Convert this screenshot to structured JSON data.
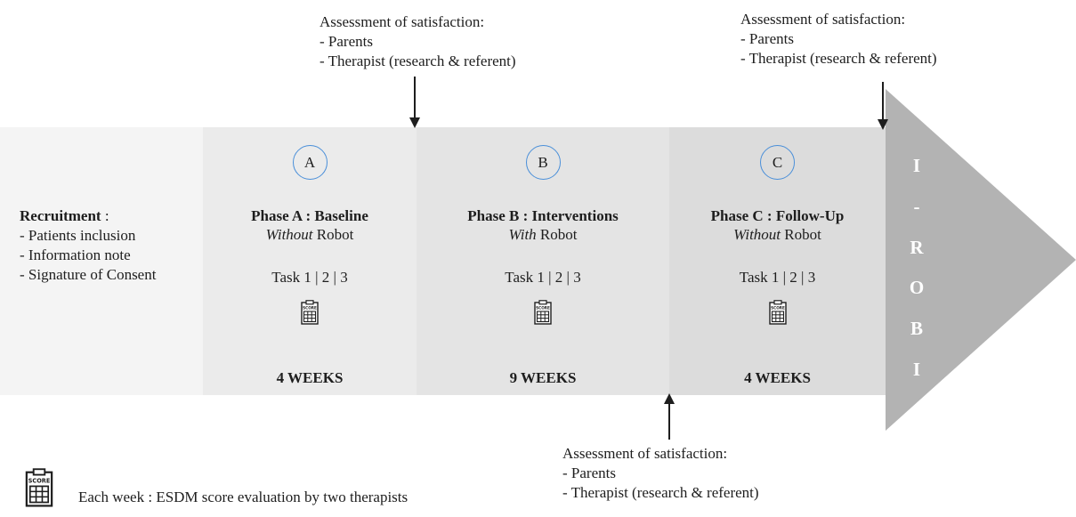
{
  "assessment_before_b": {
    "title": "Assessment of satisfaction:",
    "items": [
      "- Parents",
      "- Therapist (research & referent)"
    ]
  },
  "assessment_end": {
    "title": "Assessment of satisfaction:",
    "items": [
      "- Parents",
      "- Therapist (research & referent)"
    ]
  },
  "assessment_before_c": {
    "title": "Assessment of satisfaction:",
    "items": [
      "- Parents",
      "- Therapist (research & referent)"
    ]
  },
  "recruitment": {
    "title": "Recruitment",
    "title_suffix": " :",
    "items": [
      "- Patients inclusion",
      "- Information note",
      "- Signature of Consent"
    ]
  },
  "phases": [
    {
      "letter": "A",
      "title": "Phase A : Baseline",
      "condition_emphasis": "Without",
      "condition_rest": " Robot",
      "tasks": "Task 1 | 2 | 3",
      "duration": "4 WEEKS"
    },
    {
      "letter": "B",
      "title": "Phase B : Interventions",
      "condition_emphasis": "With",
      "condition_rest": " Robot",
      "tasks": "Task 1 | 2 | 3",
      "duration": "9 WEEKS"
    },
    {
      "letter": "C",
      "title": "Phase C : Follow-Up",
      "condition_emphasis": "Without",
      "condition_rest": " Robot",
      "tasks": "Task 1 | 2 | 3",
      "duration": "4 WEEKS"
    }
  ],
  "arrow_letters": [
    "I",
    "-",
    "R",
    "O",
    "B",
    "I"
  ],
  "icon_word": "SCORE",
  "legend": {
    "icon": "score-sheet-icon",
    "text": "Each week : ESDM score evaluation by two therapists"
  },
  "colors": {
    "circle_border": "#4a8fd9",
    "arrowhead": "#b3b3b3"
  }
}
